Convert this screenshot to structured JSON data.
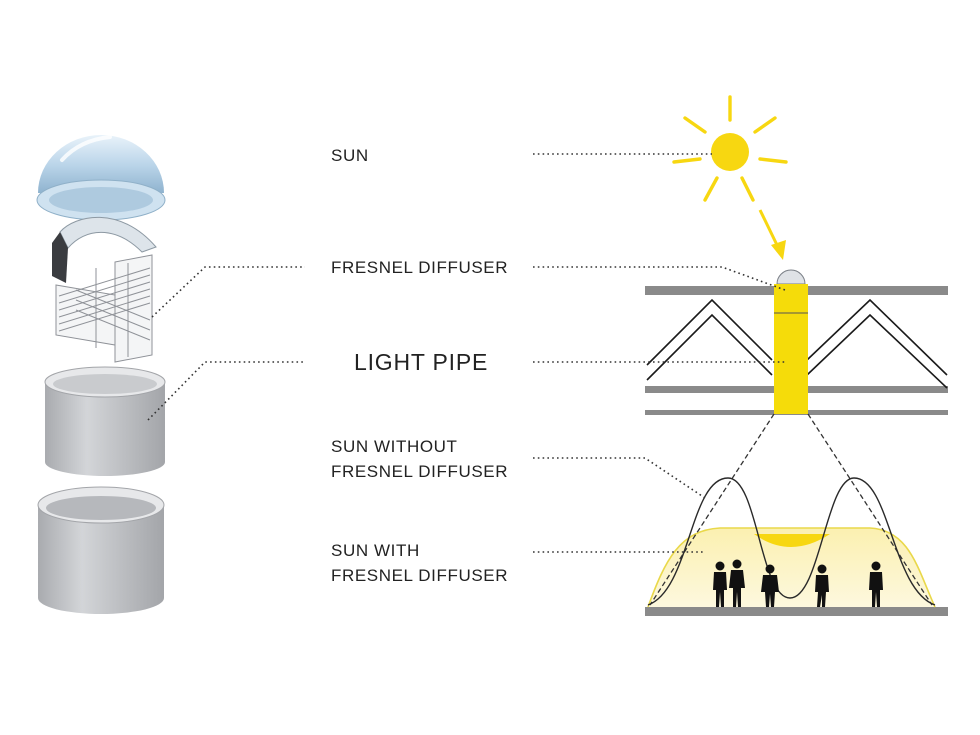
{
  "labels": {
    "sun": "SUN",
    "fresnel_diffuser": "FRESNEL DIFFUSER",
    "light_pipe": "LIGHT PIPE",
    "sun_without_line1": "SUN WITHOUT",
    "sun_without_line2": "FRESNEL DIFFUSER",
    "sun_with_line1": "SUN WITH",
    "sun_with_line2": "FRESNEL DIFFUSER"
  },
  "colors": {
    "sun": "#f7d711",
    "pipe": "#f5dc0a",
    "glow": "#fbf3c2",
    "beam": "#e9d84a",
    "dome": "#b9d3e6",
    "cylinder": "#bfc1c5",
    "cylinder_top": "#e6e7e9",
    "slab": "#8a8a8a",
    "leader": "#333333"
  },
  "icons": [
    "sun-icon",
    "person-icon",
    "dome-icon",
    "cylinder-icon"
  ]
}
